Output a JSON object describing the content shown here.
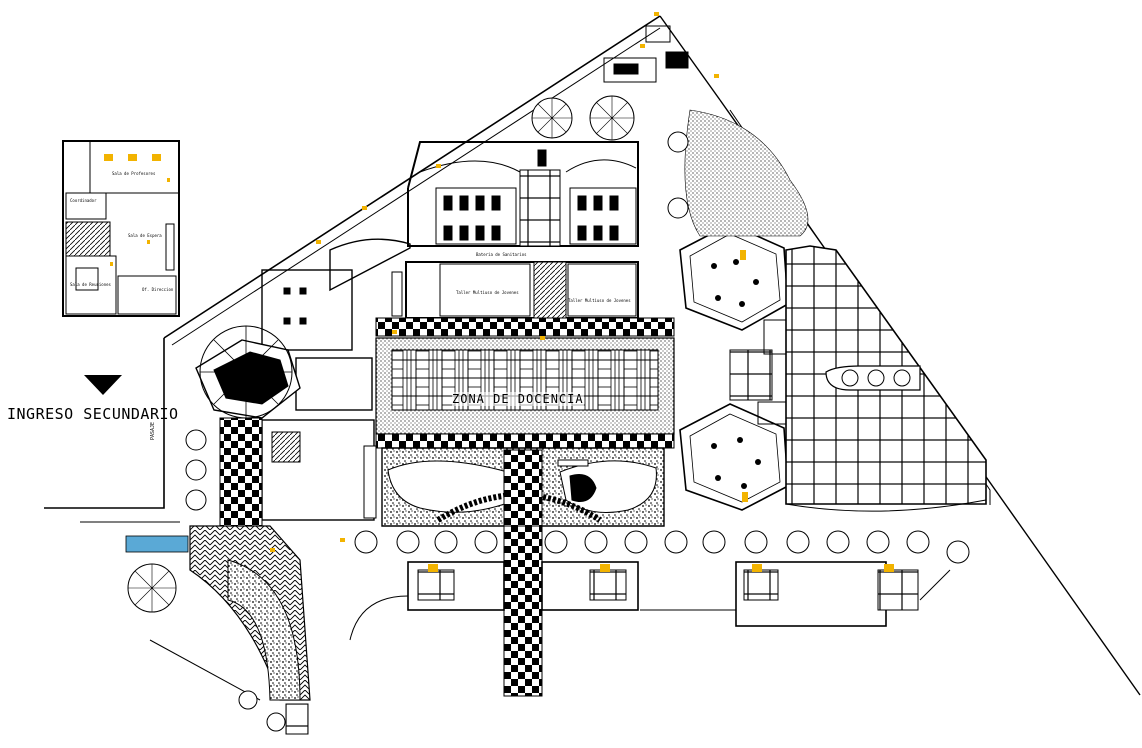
{
  "labels": {
    "secondary_entrance": "INGRESO SECUNDARIO",
    "central_court": "ZONA DE DOCENCIA",
    "admin_inset_rooms": [
      "Sala de Profesores",
      "Sala de Espera",
      "Sala de Reuniones",
      "Of. Direccion",
      "Coordinador"
    ],
    "north_rooms": [
      "Batería de Sanitarios"
    ],
    "workshop_rooms": [
      "Taller Multiuso de Jovenes",
      "Taller Multiuso de Jovenes"
    ],
    "access_road": "PASAJE"
  },
  "colors": {
    "line": "#000000",
    "accent_yellow": "#f2b300",
    "water_blue": "#5aa9d6",
    "paper": "#ffffff"
  },
  "icons": [
    "tree-icon",
    "entrance-arrow-icon"
  ]
}
